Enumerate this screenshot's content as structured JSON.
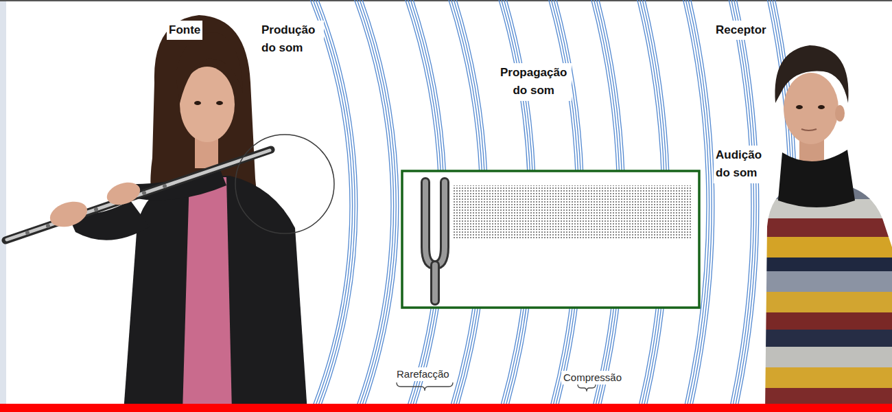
{
  "diagram": {
    "labels": [
      "Fonte",
      "Produção do som",
      "Propagação do som",
      "Receptor",
      "Audição do som",
      "Rarefacção",
      "Compressão"
    ]
  }
}
